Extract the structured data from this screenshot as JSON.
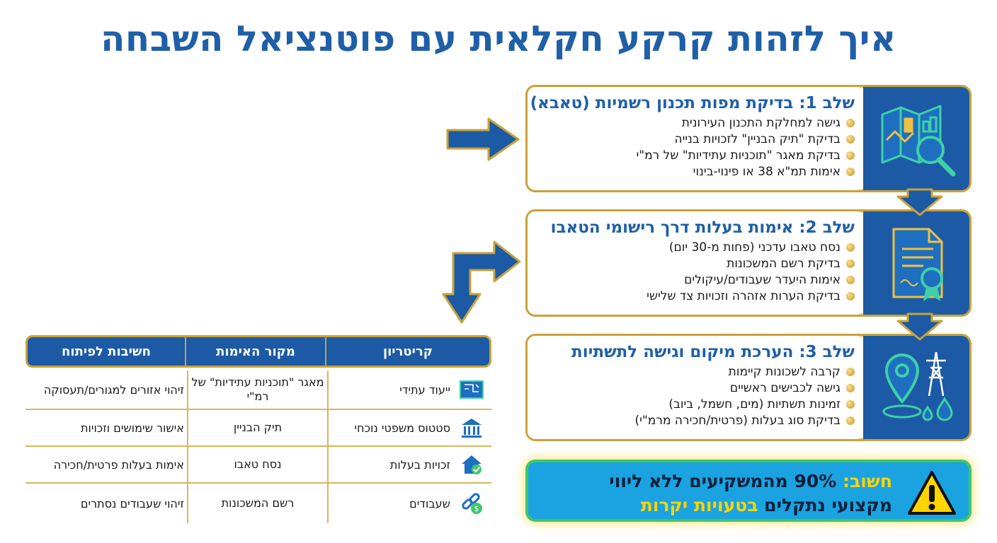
{
  "title": "איך לזהות קרקע חקלאית עם פוטנציאל השבחה",
  "steps": [
    {
      "title": "שלב 1: בדיקת מפות תכנון רשמיות (טאבא)",
      "icon": "map-magnifier-icon",
      "items": [
        "גישה למחלקת התכנון העירונית",
        "בדיקת \"תיק הבניין\" לזכויות בנייה",
        "בדיקת מאגר \"תוכניות עתידיות\" של רמ\"י",
        "אימות תמ\"א 38 או פינוי-בינוי"
      ]
    },
    {
      "title": "שלב 2: אימות בעלות דרך רישומי הטאבו",
      "icon": "certificate-document-icon",
      "items": [
        "נסח טאבו עדכני (פחות מ-30 יום)",
        "בדיקת רשם המשכונות",
        "אימות היעדר שעבודים/עיקולים",
        "בדיקת הערות אזהרה וזכויות צד שלישי"
      ]
    },
    {
      "title": "שלב 3: הערכת מיקום וגישה לתשתיות",
      "icon": "location-infrastructure-icon",
      "items": [
        "קרבה לשכונות קיימות",
        "גישה לכבישים ראשיים",
        "זמינות תשתיות (מים, חשמל, ביוב)",
        "בדיקת סוג בעלות (פרטית/חכירה מרמ\"י)"
      ]
    }
  ],
  "table": {
    "headers": [
      "קריטריון",
      "מקור האימות",
      "חשיבות לפיתוח"
    ],
    "rows": [
      {
        "criterion": "ייעוד עתידי",
        "icon": "blueprint-icon",
        "source": "מאגר \"תוכניות עתידיות\" של רמ\"י",
        "importance": "זיהוי אזורים למגורים/תעסוקה"
      },
      {
        "criterion": "סטטוס משפטי נוכחי",
        "icon": "courthouse-icon",
        "source": "תיק הבניין",
        "importance": "אישור שימושים וזכויות"
      },
      {
        "criterion": "זכויות בעלות",
        "icon": "house-check-icon",
        "source": "נסח טאבו",
        "importance": "אימות בעלות פרטית/חכירה"
      },
      {
        "criterion": "שעבודים",
        "icon": "chain-coin-icon",
        "source": "רשם המשכונות",
        "importance": "זיהוי שעבודים נסתרים"
      }
    ]
  },
  "warning": {
    "label": "חשוב:",
    "line1_rest": " 90% מהמשקיעים ללא ליווי",
    "line2_start": "מקצועי נתקלים ",
    "line2_highlight": "בטעויות יקרות",
    "icon": "warning-triangle-icon"
  },
  "colors": {
    "primary_blue": "#1c5aa6",
    "gold": "#c9a23a",
    "warning_bg": "#1aa3e0",
    "warning_border": "#3fc66a",
    "highlight_yellow": "#ffd400"
  }
}
